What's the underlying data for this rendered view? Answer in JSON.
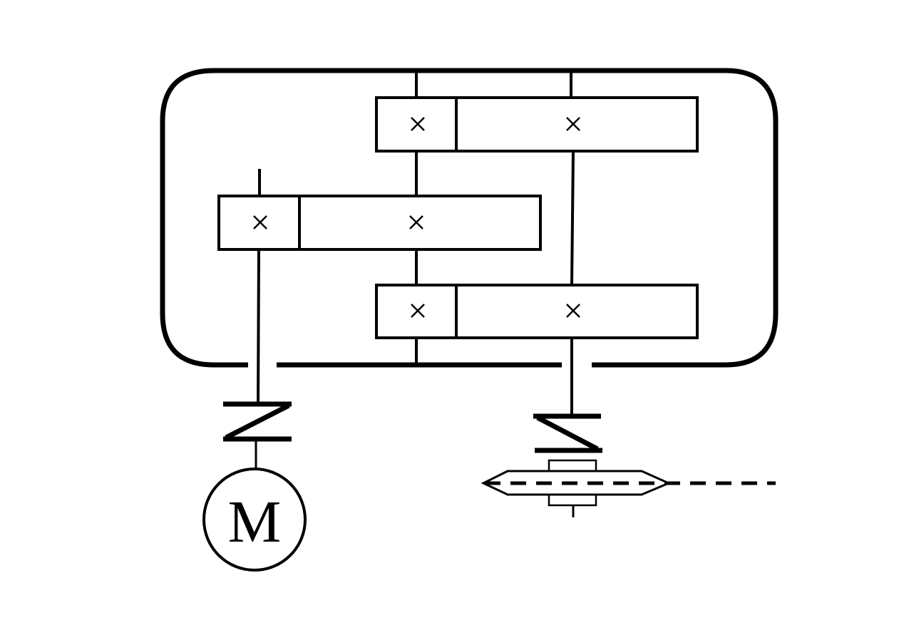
{
  "diagram": {
    "motor": {
      "label": "M"
    },
    "gear_marks": {
      "symbol": "×"
    },
    "colors": {
      "line": "#000000",
      "background": "#ffffff"
    },
    "components": [
      "gearbox-housing",
      "gear-pair-top",
      "gear-pair-middle",
      "gear-pair-bottom",
      "input-coupling",
      "output-coupling",
      "electric-motor",
      "chain-sprocket"
    ]
  }
}
